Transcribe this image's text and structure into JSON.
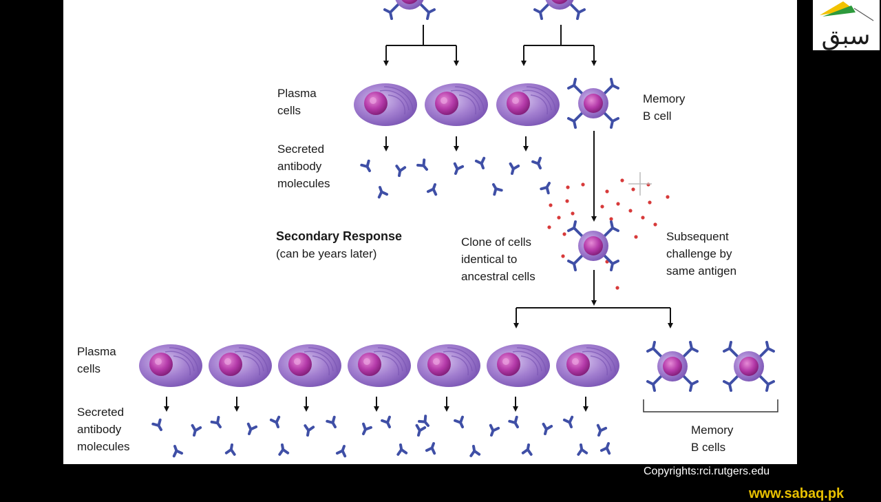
{
  "labels": {
    "plasma_cells_top": "Plasma\ncells",
    "secreted_top": "Secreted\nantibody\nmolecules",
    "memory_b_cell": "Memory\nB cell",
    "secondary_response": "Secondary Response",
    "years_later": "(can be years later)",
    "clone_of_cells": "Clone of cells\nidentical to\nancestral cells",
    "subsequent_challenge": "Subsequent\nchallenge by\nsame antigen",
    "plasma_cells_bottom": "Plasma\ncells",
    "secreted_bottom": "Secreted\nantibody\nmolecules",
    "memory_b_cells": "Memory\nB cells"
  },
  "footer": {
    "copyright": "Copyrights:rci.rutgers.edu",
    "site": "www.sabaq.pk"
  },
  "logo": {
    "text": "سبق"
  },
  "colors": {
    "cell_body": "#9a72c9",
    "nucleus": "#b03aa8",
    "antibody": "#3f4fa6",
    "antigen": "#d73a3a"
  },
  "icons": {
    "plasma_cell": "plasma-cell-icon",
    "memory_cell": "memory-b-cell-icon",
    "antibody": "antibody-icon",
    "antigen": "antigen-dot"
  }
}
